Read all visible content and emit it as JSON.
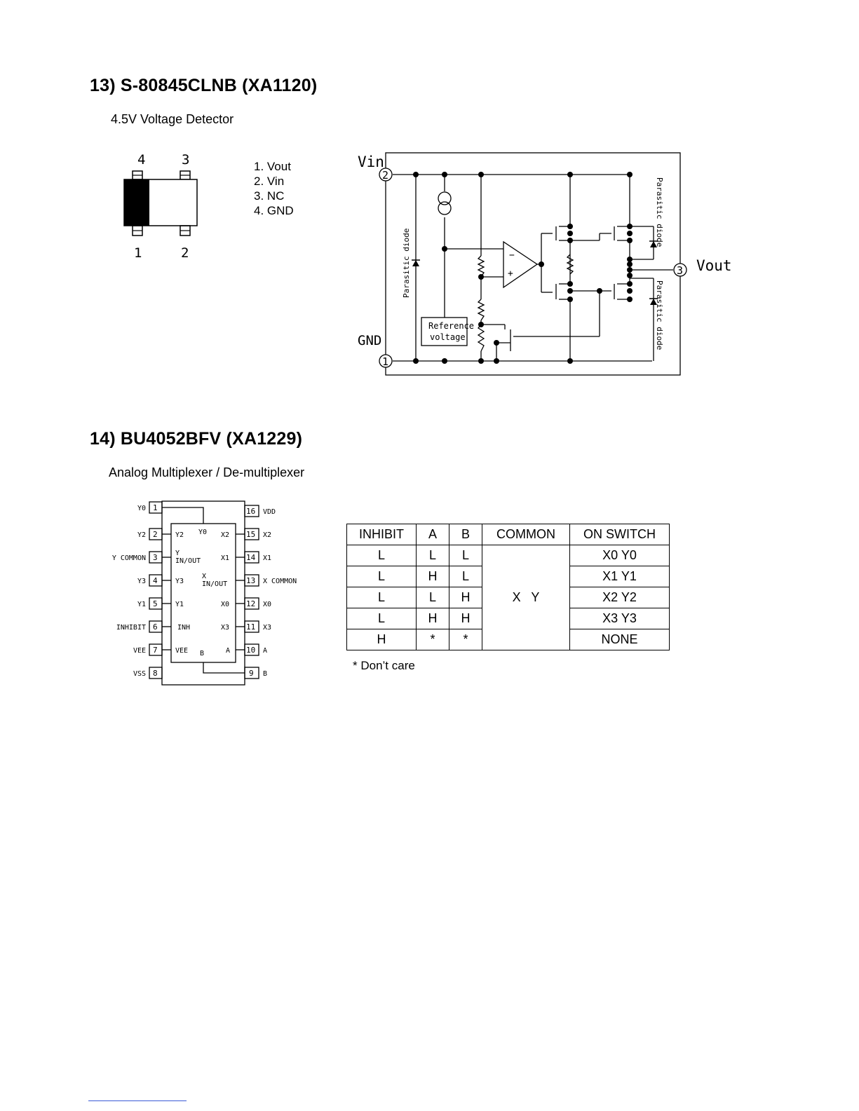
{
  "section13": {
    "title": "13) S-80845CLNB (XA1120)",
    "subtitle": "4.5V Voltage Detector",
    "package_pins_top": [
      "4",
      "3"
    ],
    "package_pins_bottom": [
      "1",
      "2"
    ],
    "pin_list": [
      "1. Vout",
      "2. Vin",
      "3. NC",
      "4. GND"
    ],
    "circuit": {
      "vin_label": "Vin",
      "gnd_label": "GND",
      "vout_label": "Vout",
      "pin_vin": "2",
      "pin_gnd": "1",
      "pin_vout": "3",
      "parasitic_diode": "Parasitic diode",
      "reference_line1": "Reference",
      "reference_line2": "voltage",
      "opamp_minus": "−",
      "opamp_plus": "+"
    }
  },
  "section14": {
    "title": "14) BU4052BFV (XA1229)",
    "subtitle": "Analog Multiplexer / De-multiplexer",
    "left_pins": [
      {
        "num": "1",
        "name": "Y0"
      },
      {
        "num": "2",
        "name": "Y2"
      },
      {
        "num": "3",
        "name": "Y COMMON"
      },
      {
        "num": "4",
        "name": "Y3"
      },
      {
        "num": "5",
        "name": "Y1"
      },
      {
        "num": "6",
        "name": "INHIBIT"
      },
      {
        "num": "7",
        "name": "VEE"
      },
      {
        "num": "8",
        "name": "VSS"
      }
    ],
    "right_pins": [
      {
        "num": "16",
        "name": "VDD"
      },
      {
        "num": "15",
        "name": "X2"
      },
      {
        "num": "14",
        "name": "X1"
      },
      {
        "num": "13",
        "name": "X COMMON"
      },
      {
        "num": "12",
        "name": "X0"
      },
      {
        "num": "11",
        "name": "X3"
      },
      {
        "num": "10",
        "name": "A"
      },
      {
        "num": "9",
        "name": "B"
      }
    ],
    "inner": {
      "y2": "Y2",
      "y0": "Y0",
      "x2": "X2",
      "y_common_a": "Y",
      "y_common_b": "IN/OUT",
      "x1": "X1",
      "y3": "Y3",
      "x_common_a": "X",
      "x_common_b": "IN/OUT",
      "y1": "Y1",
      "x0": "X0",
      "inh": "INH",
      "x3": "X3",
      "vee": "VEE",
      "b": "B",
      "a": "A"
    },
    "truth_table": {
      "headers": [
        "INHIBIT",
        "A",
        "B",
        "COMMON",
        "ON SWITCH"
      ],
      "rows": [
        [
          "L",
          "L",
          "L",
          "X0 Y0"
        ],
        [
          "L",
          "H",
          "L",
          "X1 Y1"
        ],
        [
          "L",
          "L",
          "H",
          "X2 Y2"
        ],
        [
          "L",
          "H",
          "H",
          "X3 Y3"
        ],
        [
          "H",
          "*",
          "*",
          "NONE"
        ]
      ],
      "common_value": "X   Y"
    },
    "note": "* Don’t care"
  }
}
